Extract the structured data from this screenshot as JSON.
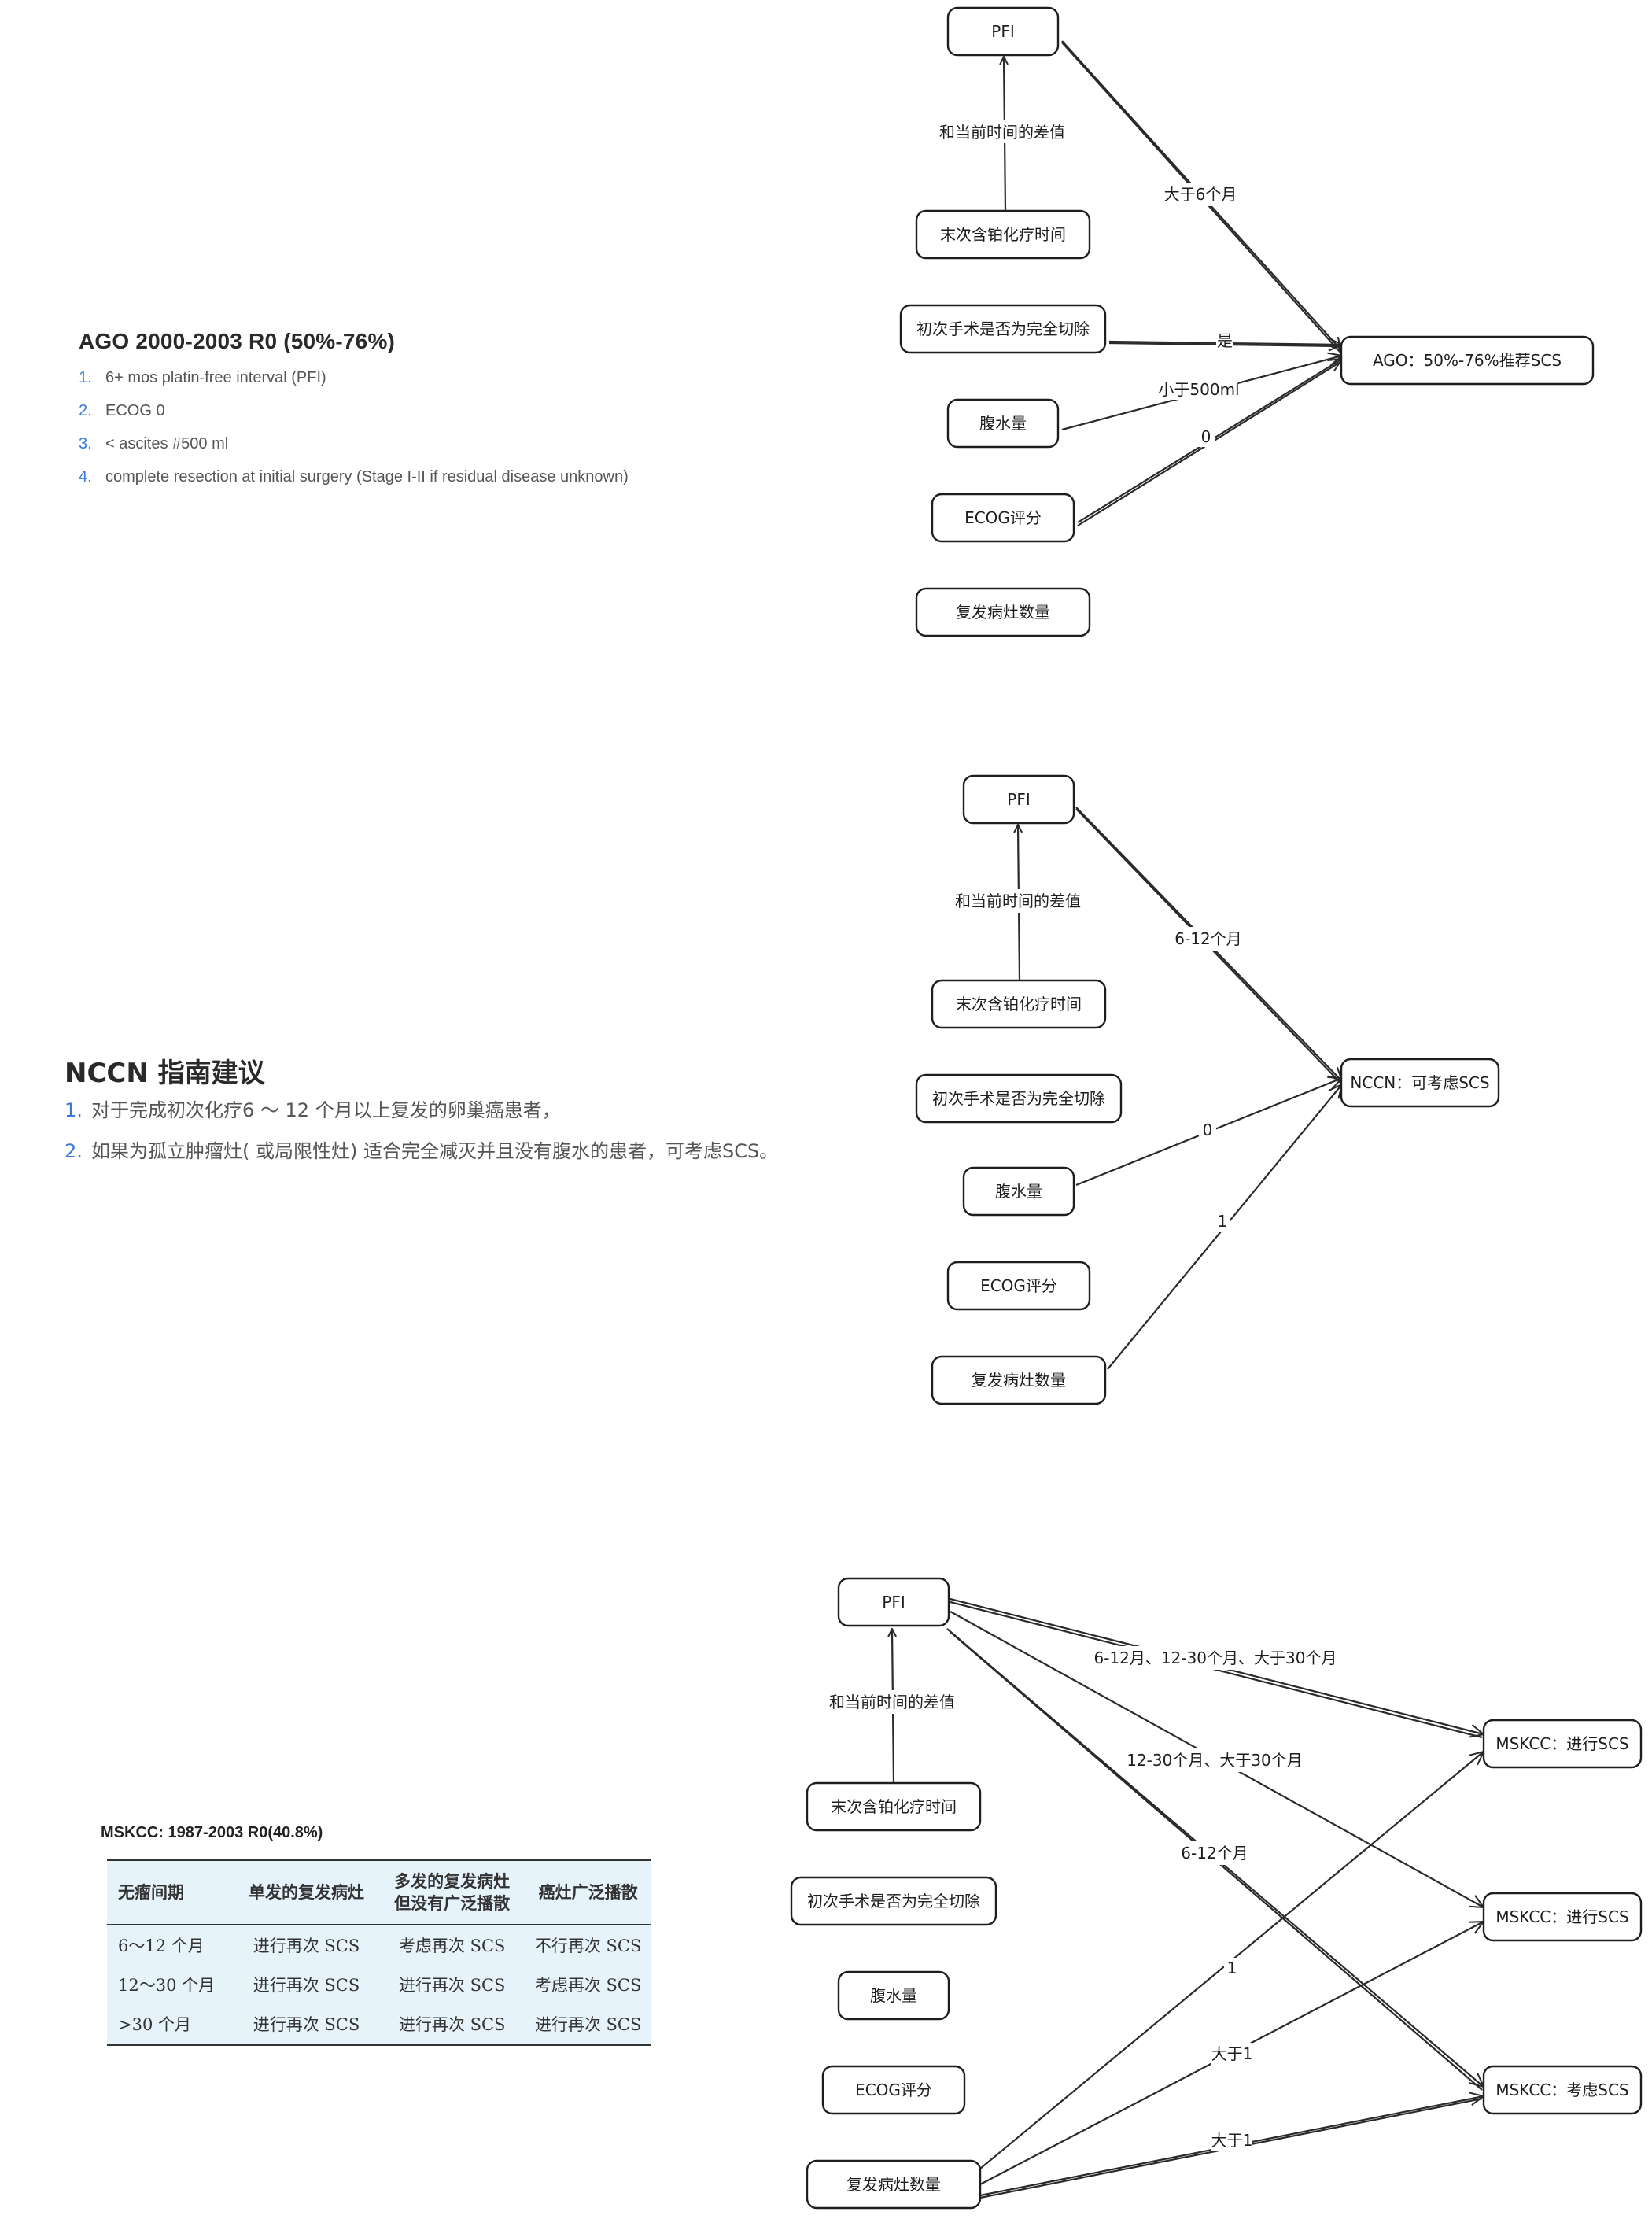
{
  "ago": {
    "title": "AGO 2000-2003 R0 (50%-76%)",
    "items": [
      {
        "num": "1.",
        "text": "6+ mos platin-free interval (PFI)"
      },
      {
        "num": "2.",
        "text": "ECOG 0"
      },
      {
        "num": "3.",
        "text": "< ascites #500 ml"
      },
      {
        "num": "4.",
        "text": "complete resection at initial surgery (Stage I-II if residual disease unknown)"
      }
    ]
  },
  "nccn": {
    "title": "NCCN 指南建议",
    "items": [
      {
        "num": "1.",
        "text": "对于完成初次化疗6 ～ 12 个月以上复发的卵巢癌患者，"
      },
      {
        "num": "2.",
        "text": "如果为孤立肿瘤灶( 或局限性灶) 适合完全减灭并且没有腹水的患者，可考虑SCS。"
      }
    ]
  },
  "mskcc": {
    "caption": "MSKCC: 1987-2003 R0(40.8%)",
    "headers": [
      "无瘤间期",
      "单发的复发病灶",
      "多发的复发病灶\n但没有广泛播散",
      "癌灶广泛播散"
    ],
    "rows": [
      [
        "6～12 个月",
        "进行再次 SCS",
        "考虑再次 SCS",
        "不行再次 SCS"
      ],
      [
        "12～30 个月",
        "进行再次 SCS",
        "进行再次 SCS",
        "考虑再次 SCS"
      ],
      [
        ">30 个月",
        "进行再次 SCS",
        "进行再次 SCS",
        "进行再次 SCS"
      ]
    ]
  },
  "diagram1": {
    "nodes": {
      "pfi": "PFI",
      "last_chemo": "末次含铂化疗时间",
      "initial_surgery": "初次手术是否为完全切除",
      "ascites": "腹水量",
      "ecog": "ECOG评分",
      "lesions": "复发病灶数量",
      "result": "AGO：50%-76%推荐SCS"
    },
    "edges": {
      "last_to_pfi": "和当前时间的差值",
      "pfi_to_result": "大于6个月",
      "surgery_to_result": "是",
      "ascites_to_result": "小于500ml",
      "ecog_to_result": "0"
    }
  },
  "diagram2": {
    "nodes": {
      "pfi": "PFI",
      "last_chemo": "末次含铂化疗时间",
      "initial_surgery": "初次手术是否为完全切除",
      "ascites": "腹水量",
      "ecog": "ECOG评分",
      "lesions": "复发病灶数量",
      "result": "NCCN：可考虑SCS"
    },
    "edges": {
      "last_to_pfi": "和当前时间的差值",
      "pfi_to_result": "6-12个月",
      "ascites_to_result": "0",
      "lesions_to_result": "1"
    }
  },
  "diagram3": {
    "nodes": {
      "pfi": "PFI",
      "last_chemo": "末次含铂化疗时间",
      "initial_surgery": "初次手术是否为完全切除",
      "ascites": "腹水量",
      "ecog": "ECOG评分",
      "lesions": "复发病灶数量",
      "result1": "MSKCC：进行SCS",
      "result2": "MSKCC：进行SCS",
      "result3": "MSKCC：考虑SCS"
    },
    "edges": {
      "last_to_pfi": "和当前时间的差值",
      "pfi_to_r1": "6-12月、12-30个月、大于30个月",
      "pfi_to_r2": "12-30个月、大于30个月",
      "pfi_to_r3": "6-12个月",
      "lesions_to_r1": "1",
      "lesions_to_r2": "大于1",
      "lesions_to_r3": "大于1"
    }
  }
}
